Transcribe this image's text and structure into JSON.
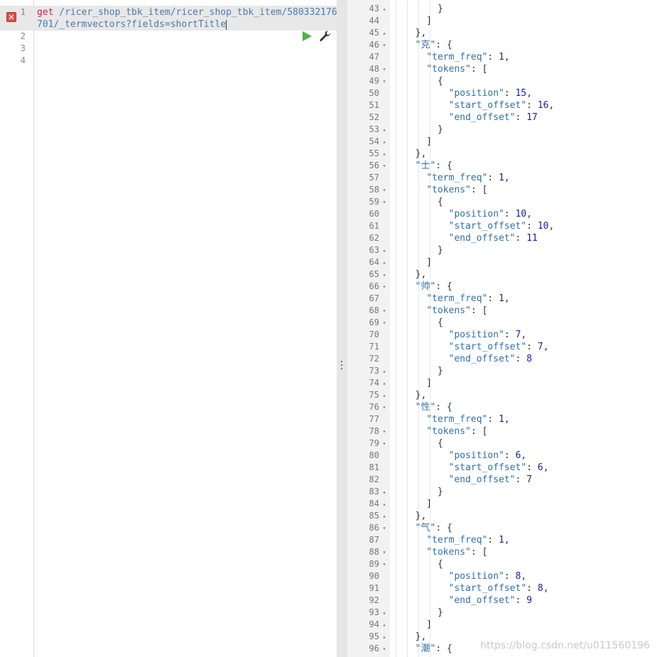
{
  "request": {
    "method": "get",
    "path_line1": " /ricer_shop_tbk_item/ricer_shop_tbk_item/580332176",
    "path_line2": "701/_termvectors?fields=shortTitle",
    "line_numbers": [
      "1",
      "2",
      "3",
      "4"
    ],
    "error_icon": "close-icon"
  },
  "actions": {
    "run_icon": "play-icon",
    "settings_icon": "wrench-icon"
  },
  "response": {
    "lines": [
      {
        "n": "43",
        "fold": "▴",
        "code": "      }"
      },
      {
        "n": "44",
        "fold": "",
        "code": "    ]"
      },
      {
        "n": "45",
        "fold": "▴",
        "code": "  },"
      },
      {
        "n": "46",
        "fold": "▾",
        "code": "  \"克\": {"
      },
      {
        "n": "47",
        "fold": "",
        "code": "    \"term_freq\": 1,"
      },
      {
        "n": "48",
        "fold": "▾",
        "code": "    \"tokens\": ["
      },
      {
        "n": "49",
        "fold": "▾",
        "code": "      {"
      },
      {
        "n": "50",
        "fold": "",
        "code": "        \"position\": 15,"
      },
      {
        "n": "51",
        "fold": "",
        "code": "        \"start_offset\": 16,"
      },
      {
        "n": "52",
        "fold": "",
        "code": "        \"end_offset\": 17"
      },
      {
        "n": "53",
        "fold": "▴",
        "code": "      }"
      },
      {
        "n": "54",
        "fold": "▴",
        "code": "    ]"
      },
      {
        "n": "55",
        "fold": "▴",
        "code": "  },"
      },
      {
        "n": "56",
        "fold": "▾",
        "code": "  \"士\": {"
      },
      {
        "n": "57",
        "fold": "",
        "code": "    \"term_freq\": 1,"
      },
      {
        "n": "58",
        "fold": "▾",
        "code": "    \"tokens\": ["
      },
      {
        "n": "59",
        "fold": "▾",
        "code": "      {"
      },
      {
        "n": "60",
        "fold": "",
        "code": "        \"position\": 10,"
      },
      {
        "n": "61",
        "fold": "",
        "code": "        \"start_offset\": 10,"
      },
      {
        "n": "62",
        "fold": "",
        "code": "        \"end_offset\": 11"
      },
      {
        "n": "63",
        "fold": "▴",
        "code": "      }"
      },
      {
        "n": "64",
        "fold": "▴",
        "code": "    ]"
      },
      {
        "n": "65",
        "fold": "▴",
        "code": "  },"
      },
      {
        "n": "66",
        "fold": "▾",
        "code": "  \"帅\": {"
      },
      {
        "n": "67",
        "fold": "",
        "code": "    \"term_freq\": 1,"
      },
      {
        "n": "68",
        "fold": "▾",
        "code": "    \"tokens\": ["
      },
      {
        "n": "69",
        "fold": "▾",
        "code": "      {"
      },
      {
        "n": "70",
        "fold": "",
        "code": "        \"position\": 7,"
      },
      {
        "n": "71",
        "fold": "",
        "code": "        \"start_offset\": 7,"
      },
      {
        "n": "72",
        "fold": "",
        "code": "        \"end_offset\": 8"
      },
      {
        "n": "73",
        "fold": "▴",
        "code": "      }"
      },
      {
        "n": "74",
        "fold": "▴",
        "code": "    ]"
      },
      {
        "n": "75",
        "fold": "▴",
        "code": "  },"
      },
      {
        "n": "76",
        "fold": "▾",
        "code": "  \"性\": {"
      },
      {
        "n": "77",
        "fold": "",
        "code": "    \"term_freq\": 1,"
      },
      {
        "n": "78",
        "fold": "▾",
        "code": "    \"tokens\": ["
      },
      {
        "n": "79",
        "fold": "▾",
        "code": "      {"
      },
      {
        "n": "80",
        "fold": "",
        "code": "        \"position\": 6,"
      },
      {
        "n": "81",
        "fold": "",
        "code": "        \"start_offset\": 6,"
      },
      {
        "n": "82",
        "fold": "",
        "code": "        \"end_offset\": 7"
      },
      {
        "n": "83",
        "fold": "▴",
        "code": "      }"
      },
      {
        "n": "84",
        "fold": "▴",
        "code": "    ]"
      },
      {
        "n": "85",
        "fold": "▴",
        "code": "  },"
      },
      {
        "n": "86",
        "fold": "▾",
        "code": "  \"气\": {"
      },
      {
        "n": "87",
        "fold": "",
        "code": "    \"term_freq\": 1,"
      },
      {
        "n": "88",
        "fold": "▾",
        "code": "    \"tokens\": ["
      },
      {
        "n": "89",
        "fold": "▾",
        "code": "      {"
      },
      {
        "n": "90",
        "fold": "",
        "code": "        \"position\": 8,"
      },
      {
        "n": "91",
        "fold": "",
        "code": "        \"start_offset\": 8,"
      },
      {
        "n": "92",
        "fold": "",
        "code": "        \"end_offset\": 9"
      },
      {
        "n": "93",
        "fold": "▴",
        "code": "      }"
      },
      {
        "n": "94",
        "fold": "▴",
        "code": "    ]"
      },
      {
        "n": "95",
        "fold": "▴",
        "code": "  },"
      },
      {
        "n": "96",
        "fold": "▾",
        "code": "  \"潮\": {"
      }
    ]
  },
  "watermark": "https://blog.csdn.net/u011560196",
  "colors": {
    "method": "#c7254e",
    "path": "#4a7ab0",
    "json_key": "#2f6fa7",
    "json_number": "#1c1ca3",
    "run_button": "#5aad4e",
    "error": "#d9534f"
  }
}
